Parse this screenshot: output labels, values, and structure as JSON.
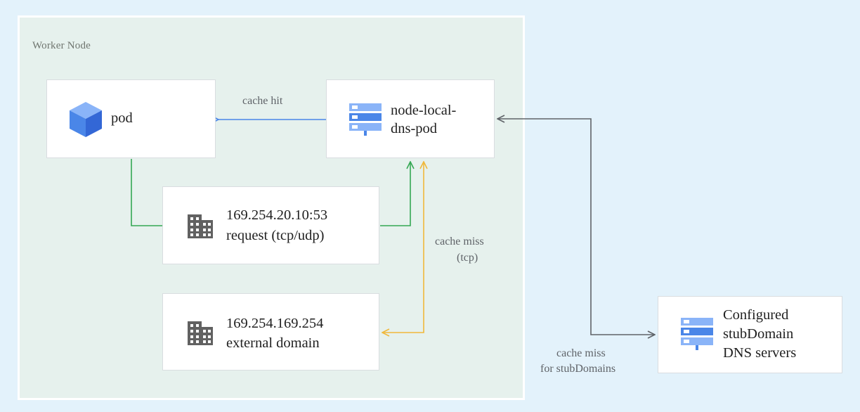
{
  "worker_node": {
    "title": "Worker Node"
  },
  "nodes": {
    "pod": {
      "label": "pod",
      "icon": "cube-icon"
    },
    "node_local": {
      "line1": "node-local-",
      "line2": "dns-pod",
      "icon": "dns-server-icon"
    },
    "request": {
      "line1": "169.254.20.10:53",
      "line2": "request (tcp/udp)",
      "icon": "building-icon"
    },
    "external": {
      "line1": "169.254.169.254",
      "line2": "external domain",
      "icon": "building-icon"
    },
    "stub": {
      "line1": "Configured",
      "line2": "stubDomain",
      "line3": "DNS servers",
      "icon": "dns-server-icon"
    }
  },
  "edges": {
    "cache_hit": "cache hit",
    "cache_miss_tcp_1": "cache miss",
    "cache_miss_tcp_2": "(tcp)",
    "cache_miss_stub_1": "cache miss",
    "cache_miss_stub_2": "for stubDomains"
  },
  "colors": {
    "background": "#e3f2fb",
    "node_frame": "#e6f1ed",
    "blue_arrow": "#4a86e8",
    "green_arrow": "#34a853",
    "yellow_arrow": "#f0b83b",
    "gray_arrow": "#5f6368",
    "icon_blue": "#4a86e8",
    "icon_gray": "#616161"
  }
}
